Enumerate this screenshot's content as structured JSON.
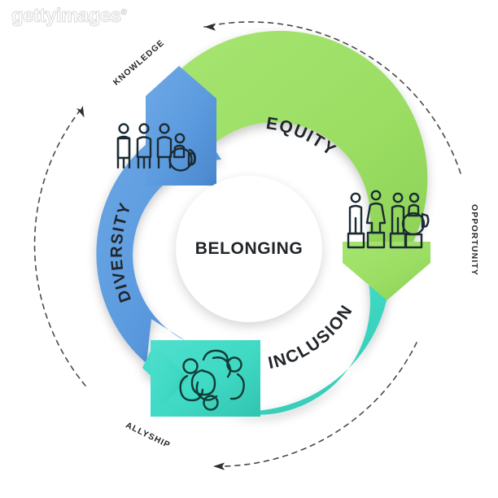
{
  "watermark": {
    "text": "gettyimages",
    "registered_mark": "®"
  },
  "diagram": {
    "type": "cycle-infographic",
    "title": "Diversity Equity Inclusion Belonging cycle",
    "center": {
      "label": "BELONGING",
      "fill": "#ffffff",
      "text_color": "#222629"
    },
    "segments": [
      {
        "id": "diversity",
        "label": "DIVERSITY",
        "color": "#5c9bdf",
        "color_dark": "#4a86cc",
        "icon": "group-people-wheelchair-icon",
        "icon_description": "three standing figures and one person in a wheelchair",
        "position": "left"
      },
      {
        "id": "equity",
        "label": "EQUITY",
        "color": "#9bde63",
        "color_dark": "#86c953",
        "icon": "people-on-boxes-icon",
        "icon_description": "figures standing on platforms of different heights with wheelchair user",
        "position": "top-right"
      },
      {
        "id": "inclusion",
        "label": "INCLUSION",
        "color": "#3fd9c4",
        "color_dark": "#32c5b1",
        "icon": "interlocking-people-circle-icon",
        "icon_description": "four stylized people interlocked in a circular swirl",
        "position": "bottom-right"
      }
    ],
    "outer_labels": [
      {
        "id": "knowledge",
        "text": "KNOWLEDGE",
        "position": "top-left"
      },
      {
        "id": "opportunity",
        "text": "OPPORTUNITY",
        "position": "right"
      },
      {
        "id": "allyship",
        "text": "ALLYSHIP",
        "position": "bottom-left"
      }
    ],
    "outer_arrows": {
      "style": "dashed",
      "color": "#555555",
      "direction": "counterclockwise",
      "count": 3
    }
  }
}
